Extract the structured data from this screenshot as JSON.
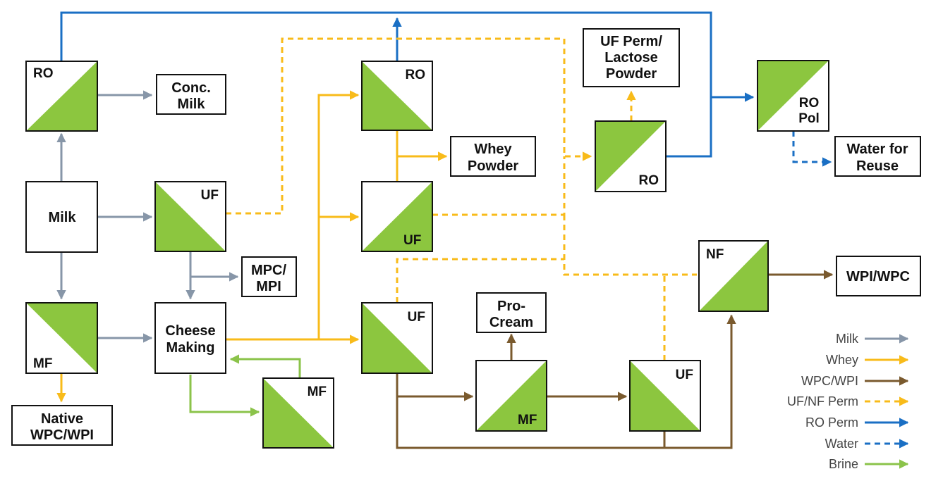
{
  "colors": {
    "milk": "#8796a8",
    "whey": "#f8bb1a",
    "wpc": "#7a5a2e",
    "uf_nf_perm": "#f8bb1a",
    "ro_perm": "#1a6fc4",
    "water": "#1a6fc4",
    "brine": "#8bc34a",
    "membrane_fill": "#8cc63f"
  },
  "units": {
    "ro_milk": "RO",
    "uf_milk": "UF",
    "mf_milk": "MF",
    "mf_brine": "MF",
    "ro_whey": "RO",
    "uf_whey": "UF",
    "uf_cheese": "UF",
    "mf_wpc": "MF",
    "uf_wpc": "UF",
    "ro_perm": "RO",
    "ro_pol_1": "RO",
    "ro_pol_2": "Pol",
    "nf": "NF"
  },
  "boxes": {
    "milk": "Milk",
    "conc_milk_1": "Conc.",
    "conc_milk_2": "Milk",
    "mpc_1": "MPC/",
    "mpc_2": "MPI",
    "cheese_1": "Cheese",
    "cheese_2": "Making",
    "native_1": "Native",
    "native_2": "WPC/WPI",
    "whey_powder_1": "Whey",
    "whey_powder_2": "Powder",
    "procream_1": "Pro-",
    "procream_2": "Cream",
    "lactose_1": "UF Perm/",
    "lactose_2": "Lactose",
    "lactose_3": "Powder",
    "water_reuse_1": "Water for",
    "water_reuse_2": "Reuse",
    "wpi_wpc": "WPI/WPC"
  },
  "legend": [
    {
      "label": "Milk",
      "color": "#8796a8",
      "dashed": false
    },
    {
      "label": "Whey",
      "color": "#f8bb1a",
      "dashed": false
    },
    {
      "label": "WPC/WPI",
      "color": "#7a5a2e",
      "dashed": false
    },
    {
      "label": "UF/NF Perm",
      "color": "#f8bb1a",
      "dashed": true
    },
    {
      "label": "RO Perm",
      "color": "#1a6fc4",
      "dashed": false
    },
    {
      "label": "Water",
      "color": "#1a6fc4",
      "dashed": true
    },
    {
      "label": "Brine",
      "color": "#8bc34a",
      "dashed": false
    }
  ]
}
